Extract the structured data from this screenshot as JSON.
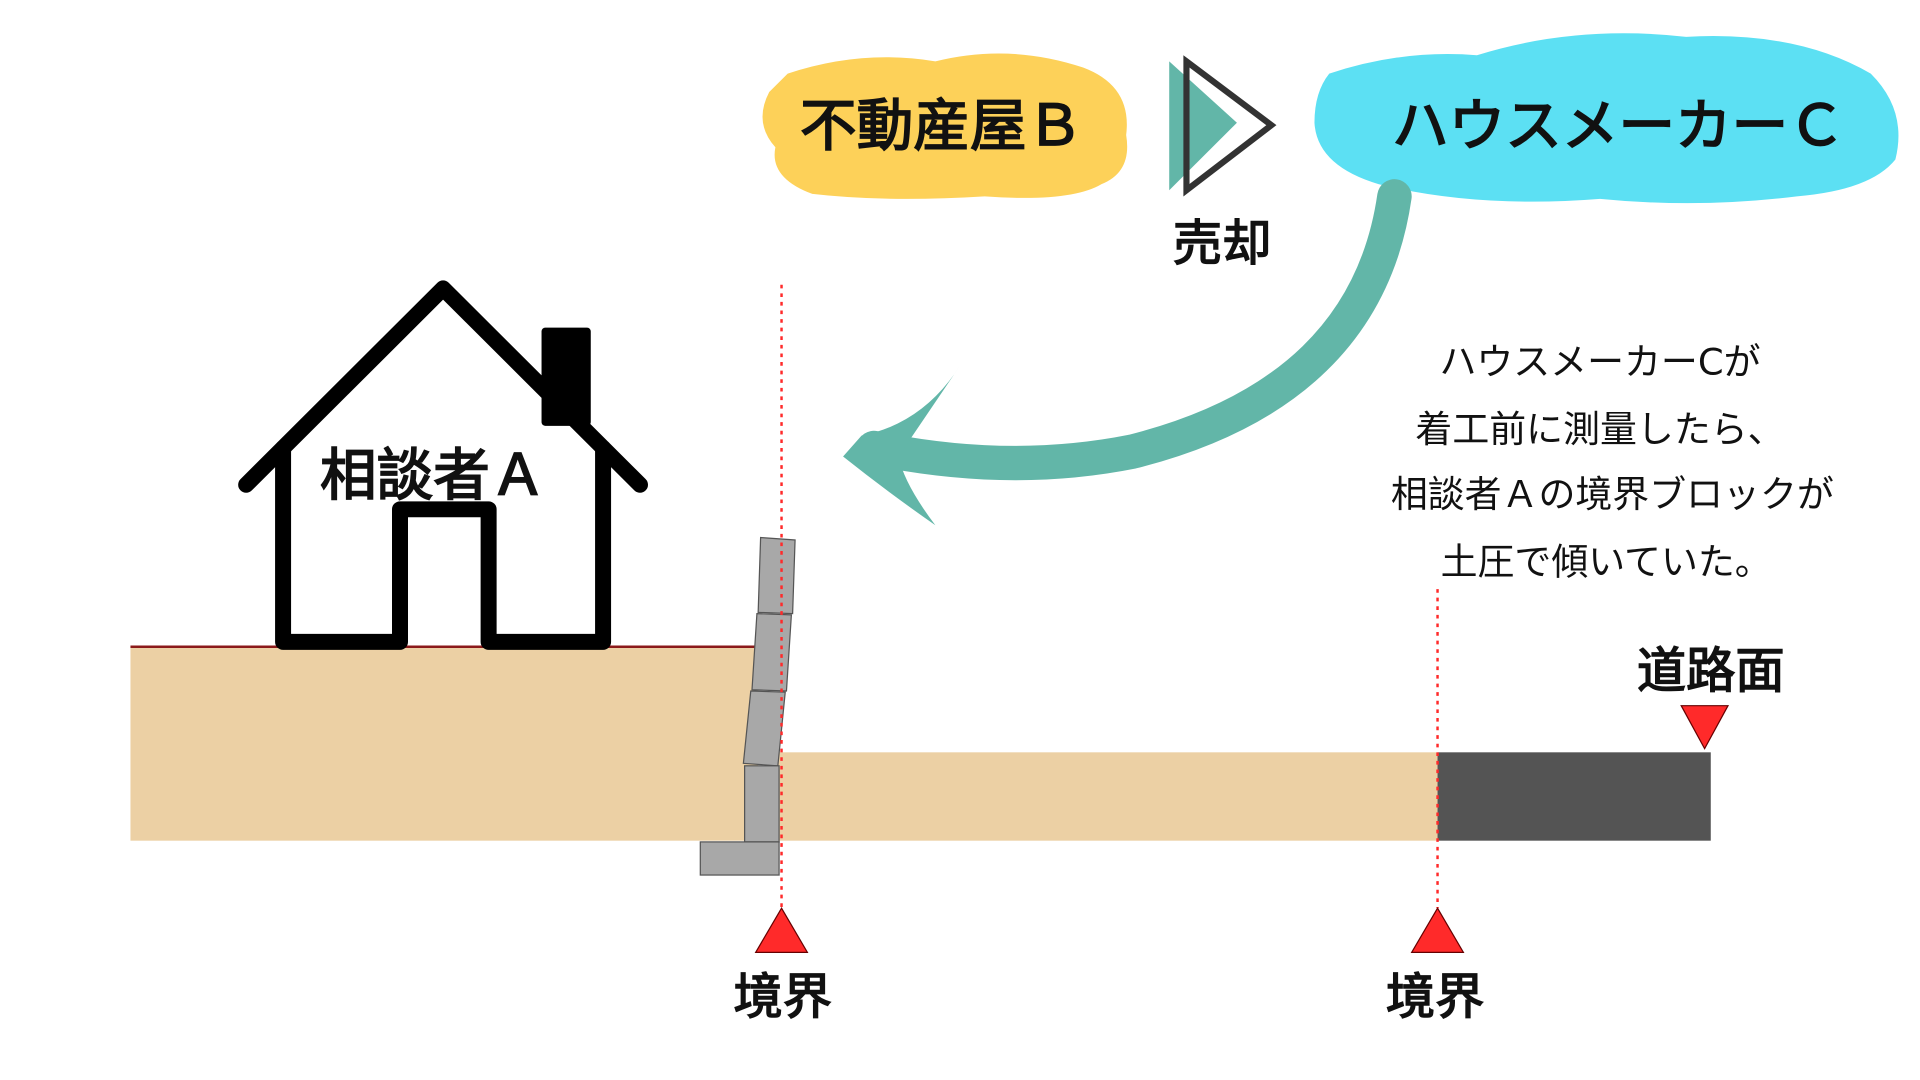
{
  "labels": {
    "realtor": "不動産屋Ｂ",
    "house_maker": "ハウスメーカーＣ",
    "sale": "売却",
    "consultant": "相談者Ａ",
    "road_surface": "道路面",
    "boundary_left": "境界",
    "boundary_right": "境界"
  },
  "note": {
    "lines": [
      "ハウスメーカーCが",
      "着工前に測量したら、",
      "相談者Ａの境界ブロックが",
      "土圧で傾いていた。"
    ]
  },
  "colors": {
    "realtor_bubble": "#FDD159",
    "maker_bubble": "#5CE0F3",
    "arrow": "#62B6A8",
    "soil": "#ECD0A4",
    "road": "#545454",
    "boundary_line": "#FF2A2A",
    "block": "#A8A8A8"
  }
}
